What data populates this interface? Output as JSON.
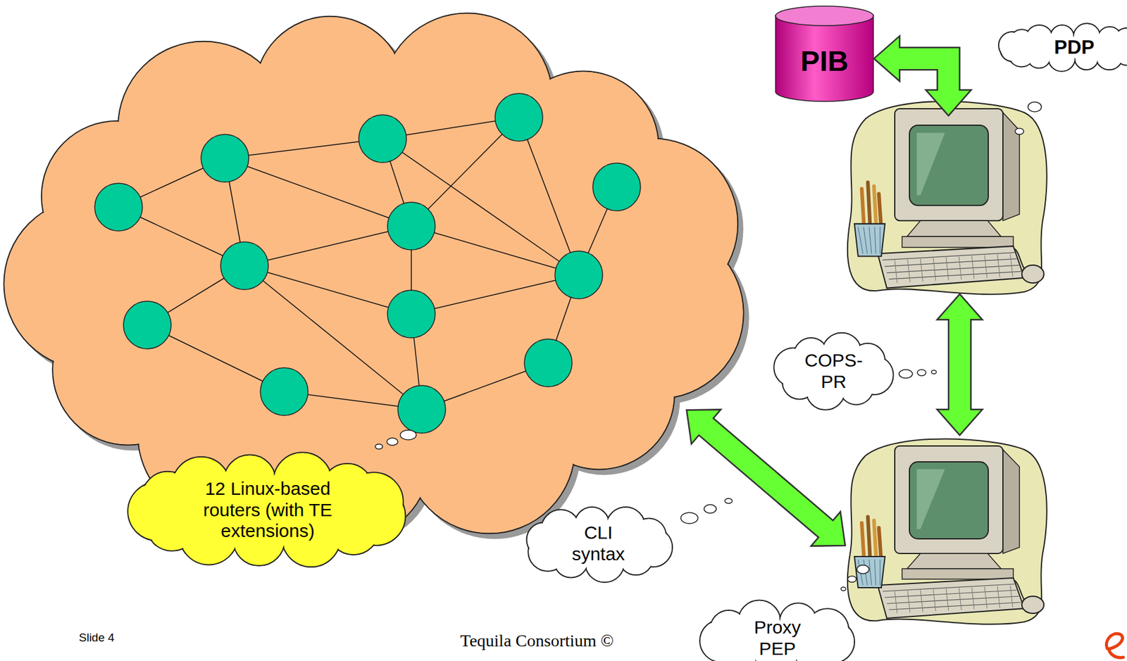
{
  "diagram": {
    "nodes": [
      {
        "text": [
          "12 Linux-based routers (with TE extensions)"
        ]
      },
      {
        "text": [
          "PIB"
        ]
      },
      {
        "text": [
          "PDP"
        ]
      },
      {
        "text": [
          "Proxy PEP"
        ]
      }
    ],
    "edges": [
      {
        "from": 1,
        "to": 2,
        "arrow": "both"
      },
      {
        "from": 2,
        "to": 3,
        "arrow": "both",
        "label": "COPS- PR"
      },
      {
        "from": 0,
        "to": 3,
        "arrow": "both",
        "label": "CLI syntax"
      }
    ],
    "labels": [
      "Slide 4",
      "Tequila Consortium ©"
    ]
  }
}
